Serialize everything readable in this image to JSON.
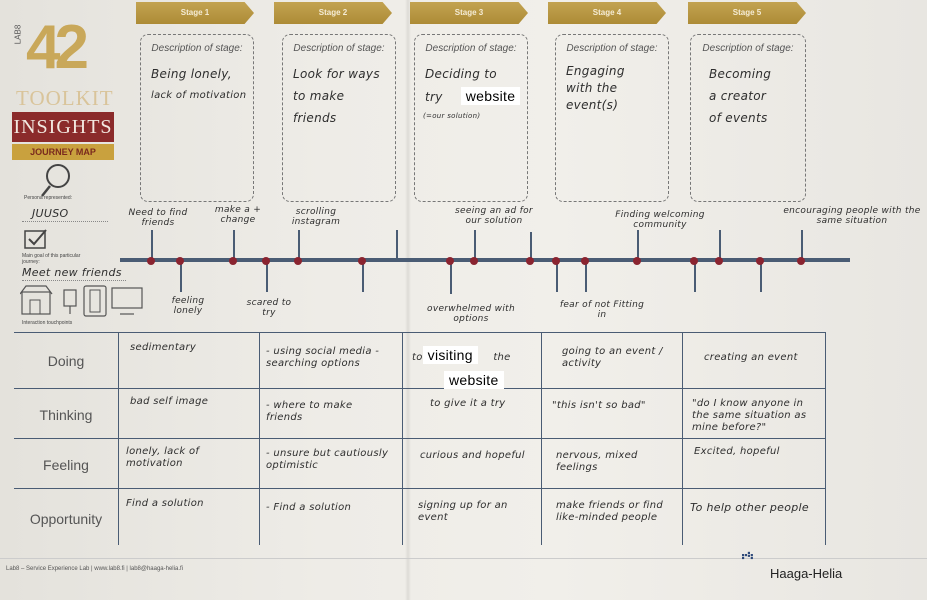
{
  "logo": {
    "number": "42",
    "lab": "LAB8",
    "toolkit": "TOOLKIT",
    "insights": "INSIGHTS",
    "journey_map": "JOURNEY MAP"
  },
  "persona": {
    "label": "Persona represented:",
    "name": "JUUSO"
  },
  "goal": {
    "label": "Main goal of this particular journey:",
    "text": "Meet new friends"
  },
  "touchpoints": {
    "label": "Interaction touchpoints"
  },
  "stages": [
    {
      "banner": "Stage 1",
      "label": "Description of stage:",
      "lines": [
        "Being lonely,",
        "lack of motivation"
      ]
    },
    {
      "banner": "Stage 2",
      "label": "Description of stage:",
      "lines": [
        "Look for ways",
        "to make friends"
      ]
    },
    {
      "banner": "Stage 3",
      "label": "Description of stage:",
      "line1": "Deciding to",
      "line2_pre": "try",
      "line2_box": "website",
      "sub": "(=our solution)"
    },
    {
      "banner": "Stage 4",
      "label": "Description of stage:",
      "lines": [
        "Engaging",
        "with the",
        "event(s)"
      ]
    },
    {
      "banner": "Stage 5",
      "label": "Description of stage:",
      "lines": [
        "Becoming",
        "a creator",
        "of events"
      ]
    }
  ],
  "timeline_labels": {
    "need_friends": "Need to find friends",
    "make_change": "make a + change",
    "scrolling": "scrolling instagram",
    "feeling_lonely": "feeling lonely",
    "scared": "scared to try",
    "seeing_ad": "seeing an ad for our solution",
    "overwhelmed": "overwhelmed with options",
    "fear": "fear of not Fitting in",
    "finding": "Finding welcoming community",
    "encouraging": "encouraging people with the same situation"
  },
  "rows": {
    "doing": "Doing",
    "thinking": "Thinking",
    "feeling": "Feeling",
    "opportunity": "Opportunity"
  },
  "cells": {
    "doing_1": "sedimentary",
    "doing_2": "- using social media - searching options",
    "doing_3_pre": "to",
    "doing_3_box1": "visiting",
    "doing_3_post": "the",
    "doing_3_box2": "website",
    "doing_4": "going to an event / activity",
    "doing_5": "creating an event",
    "thinking_1": "bad self image",
    "thinking_2": "- where to make friends",
    "thinking_3": "to give it a try",
    "thinking_4": "\"this isn't so bad\"",
    "thinking_5": "\"do I know anyone in the same situation as mine before?\"",
    "feeling_1": "lonely, lack of motivation",
    "feeling_2": "- unsure but cautiously optimistic",
    "feeling_3": "curious and hopeful",
    "feeling_4": "nervous, mixed feelings",
    "feeling_5": "Excited, hopeful",
    "opp_1": "Find a solution",
    "opp_2": "- Find a solution",
    "opp_3": "signing up for an event",
    "opp_4": "make friends or find like-minded people",
    "opp_5": "To help other people"
  },
  "footer": {
    "left": "Lab8 – Service Experience Lab | www.lab8.fi | lab8@haaga-helia.fi",
    "brand": "Haaga-Helia"
  },
  "colors": {
    "banner": "#b8963f",
    "insights": "#8b2b2b",
    "timeline": "#4a5c74",
    "dot": "#8a2430"
  }
}
